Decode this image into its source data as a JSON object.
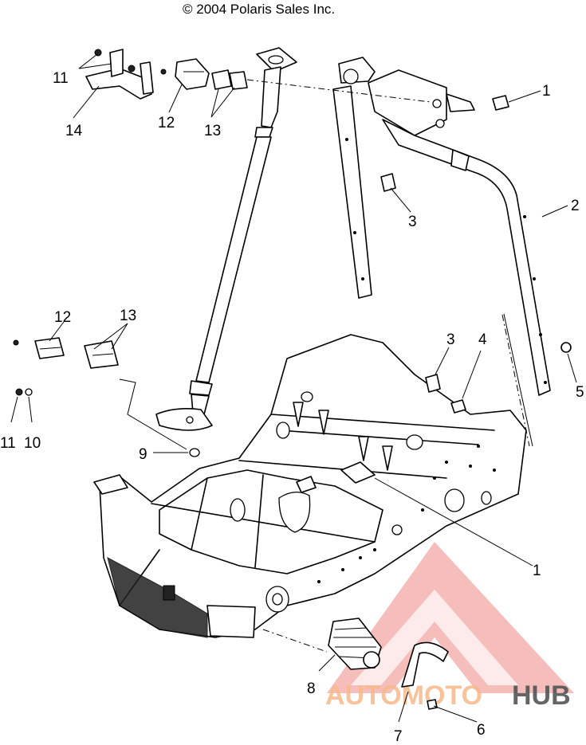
{
  "copyright": "© 2004 Polaris Sales Inc.",
  "callouts": {
    "c1_top": "1",
    "c2": "2",
    "c3_top": "3",
    "c3_mid": "3",
    "c4": "4",
    "c5": "5",
    "c1_bottom": "1",
    "c6": "6",
    "c7": "7",
    "c8": "8",
    "c9": "9",
    "c10": "10",
    "c11_top": "11",
    "c11_left": "11",
    "c12_top": "12",
    "c12_left": "12",
    "c13_top": "13",
    "c13_left": "13",
    "c14": "14"
  },
  "watermark": {
    "brand_part1": "AUTOMOTO",
    "brand_part2": "HUB",
    "accent_color": "#e8231b",
    "secondary_color": "#555555"
  }
}
